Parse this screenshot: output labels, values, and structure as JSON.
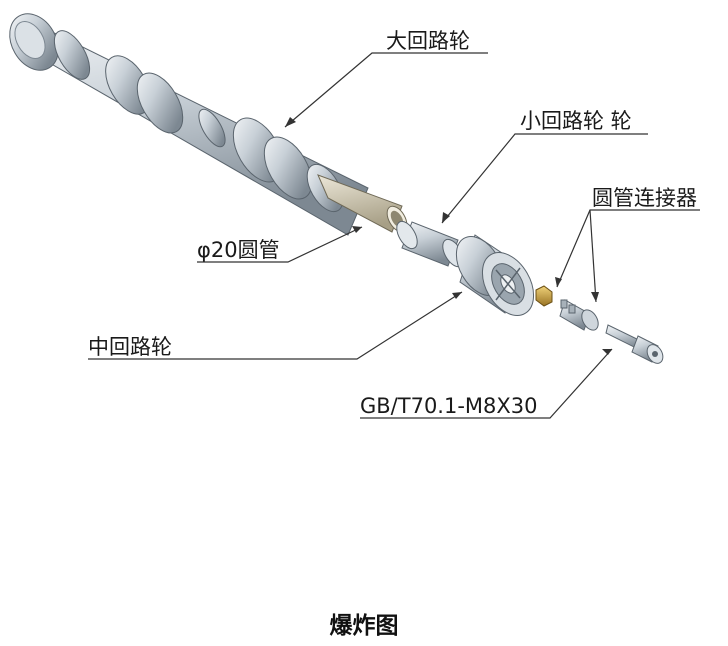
{
  "labels": {
    "large_wheel": "大回路轮",
    "small_wheel": "小回路轮 轮",
    "connector": "圆管连接器",
    "tube": "φ20圆管",
    "middle_wheel": "中回路轮",
    "bolt": "GB/T70.1-M8X30"
  },
  "caption": "爆炸图",
  "colors": {
    "metal_light": "#dfe5ea",
    "metal_mid": "#b9c3cb",
    "metal_dark": "#7f8b95",
    "tube": "#c9c1a8",
    "brass": "#c9a24a",
    "leader": "#333333"
  }
}
